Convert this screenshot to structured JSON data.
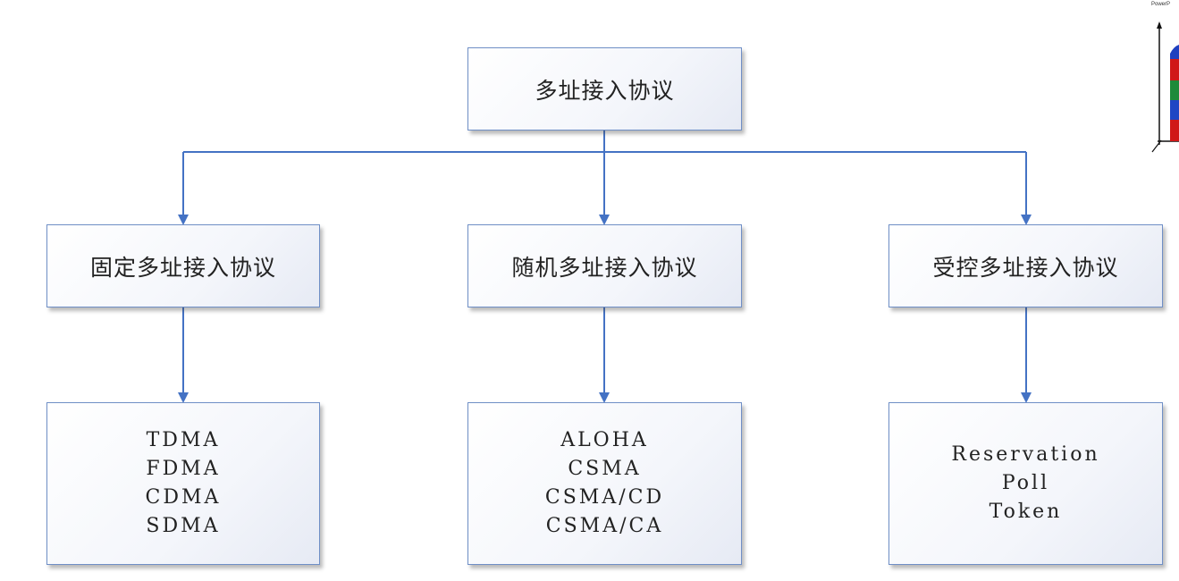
{
  "diagram": {
    "root": {
      "label": "多址接入协议"
    },
    "categories": [
      {
        "label": "固定多址接入协议",
        "items": [
          "TDMA",
          "FDMA",
          "CDMA",
          "SDMA"
        ]
      },
      {
        "label": "随机多址接入协议",
        "items": [
          "ALOHA",
          "CSMA",
          "CSMA/CD",
          "CSMA/CA"
        ]
      },
      {
        "label": "受控多址接入协议",
        "items": [
          "Reservation",
          "Poll",
          "Token"
        ]
      }
    ],
    "connector_color": "#4472c4"
  },
  "corner_icon": {
    "label": "PowerP",
    "icon": "powerpoint-chart-icon"
  }
}
